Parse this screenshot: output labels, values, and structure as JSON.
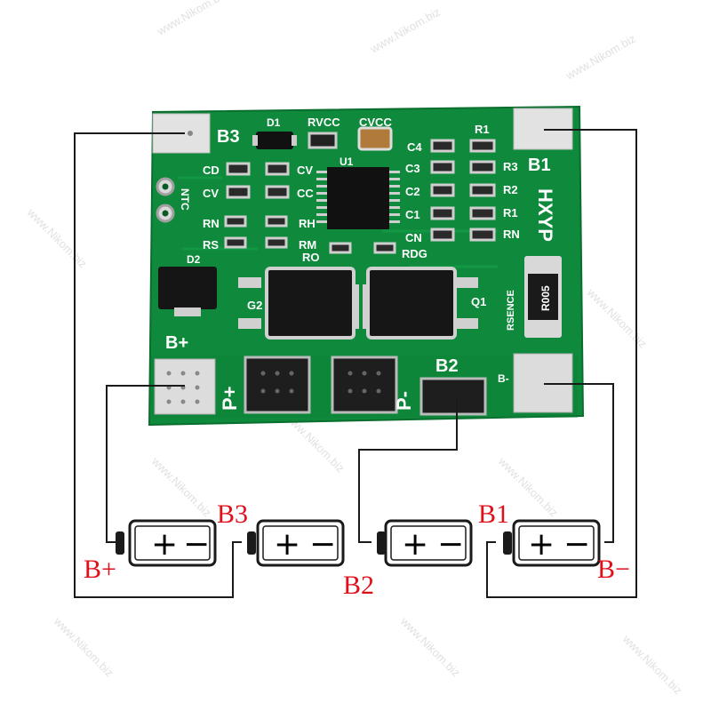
{
  "watermark": "www.Nikom.biz",
  "board": {
    "silkscreen": {
      "b3": "B3",
      "b1": "B1",
      "d1": "D1",
      "rvcc": "RVCC",
      "cvcc": "CVCC",
      "r1_top": "R1",
      "c4": "C4",
      "u1": "U1",
      "cd": "CD",
      "cv_a": "CV",
      "cv_b": "CV",
      "cc": "CC",
      "c3": "C3",
      "c2": "C2",
      "c1": "C1",
      "cn": "CN",
      "r3": "R3",
      "r2": "R2",
      "r1": "R1",
      "rn_right": "RN",
      "ntc": "NTC",
      "rn": "RN",
      "rh": "RH",
      "rs": "RS",
      "rm": "RM",
      "ro": "RO",
      "rdg": "RDG",
      "d2": "D2",
      "g2": "G2",
      "q1": "Q1",
      "rsence": "RSENCE",
      "r005": "R005",
      "hxyp": "HXYP",
      "b_plus": "B+",
      "p_plus": "P+",
      "p_minus": "P-",
      "b2": "B2",
      "b_minus": "B-"
    }
  },
  "battery": {
    "cell_plus": "+",
    "cell_minus": "−"
  },
  "labels": {
    "b3": "B3",
    "b1": "B1",
    "b_plus": "B+",
    "b2": "B2",
    "b_minus": "B−"
  },
  "colors": {
    "pcb": "#0f8a3c",
    "pcb_dark": "#0a6e2e",
    "pad": "#d8d8d8",
    "wire": "#1a1a1a",
    "label_red": "#e0101a"
  }
}
